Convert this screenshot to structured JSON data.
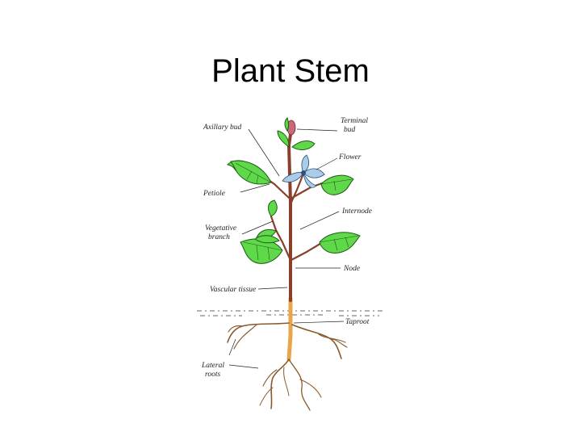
{
  "title": "Plant Stem",
  "labels": {
    "axillary_bud": "Axillary bud",
    "terminal_bud_1": "Terminal",
    "terminal_bud_2": "bud",
    "flower": "Flower",
    "petiole": "Petiole",
    "internode": "Internode",
    "vegetative_branch_1": "Vegetative",
    "vegetative_branch_2": "branch",
    "node": "Node",
    "vascular_tissue": "Vascular tissue",
    "taproot": "Taproot",
    "lateral_roots_1": "Lateral",
    "lateral_roots_2": "roots"
  },
  "colors": {
    "stem": "#8a3f2a",
    "leaf": "#5fd94a",
    "flower": "#a9cde8",
    "root": "#e8a54a"
  }
}
